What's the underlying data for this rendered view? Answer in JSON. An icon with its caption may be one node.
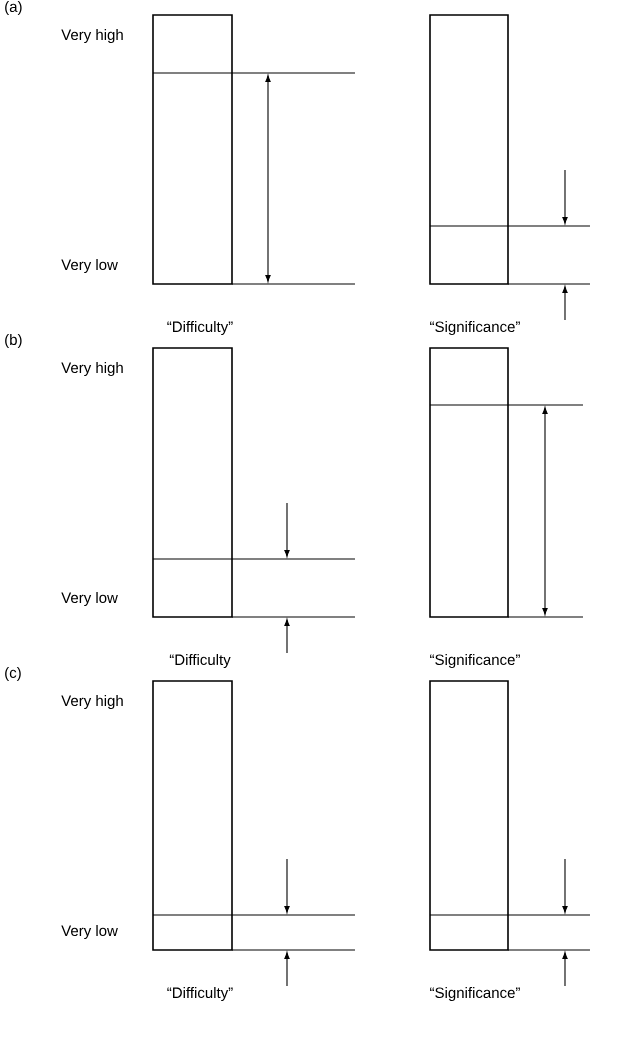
{
  "diagram": {
    "labels": [
      "(a)",
      "Very high",
      "Very low",
      "“Difficulty”",
      "“Significance”",
      "(b)",
      "Very high",
      "Very low",
      "“Difficulty",
      "“Significance”",
      "(c)",
      "Very high",
      "Very low",
      "“Difficulty”",
      "“Significance”"
    ]
  }
}
